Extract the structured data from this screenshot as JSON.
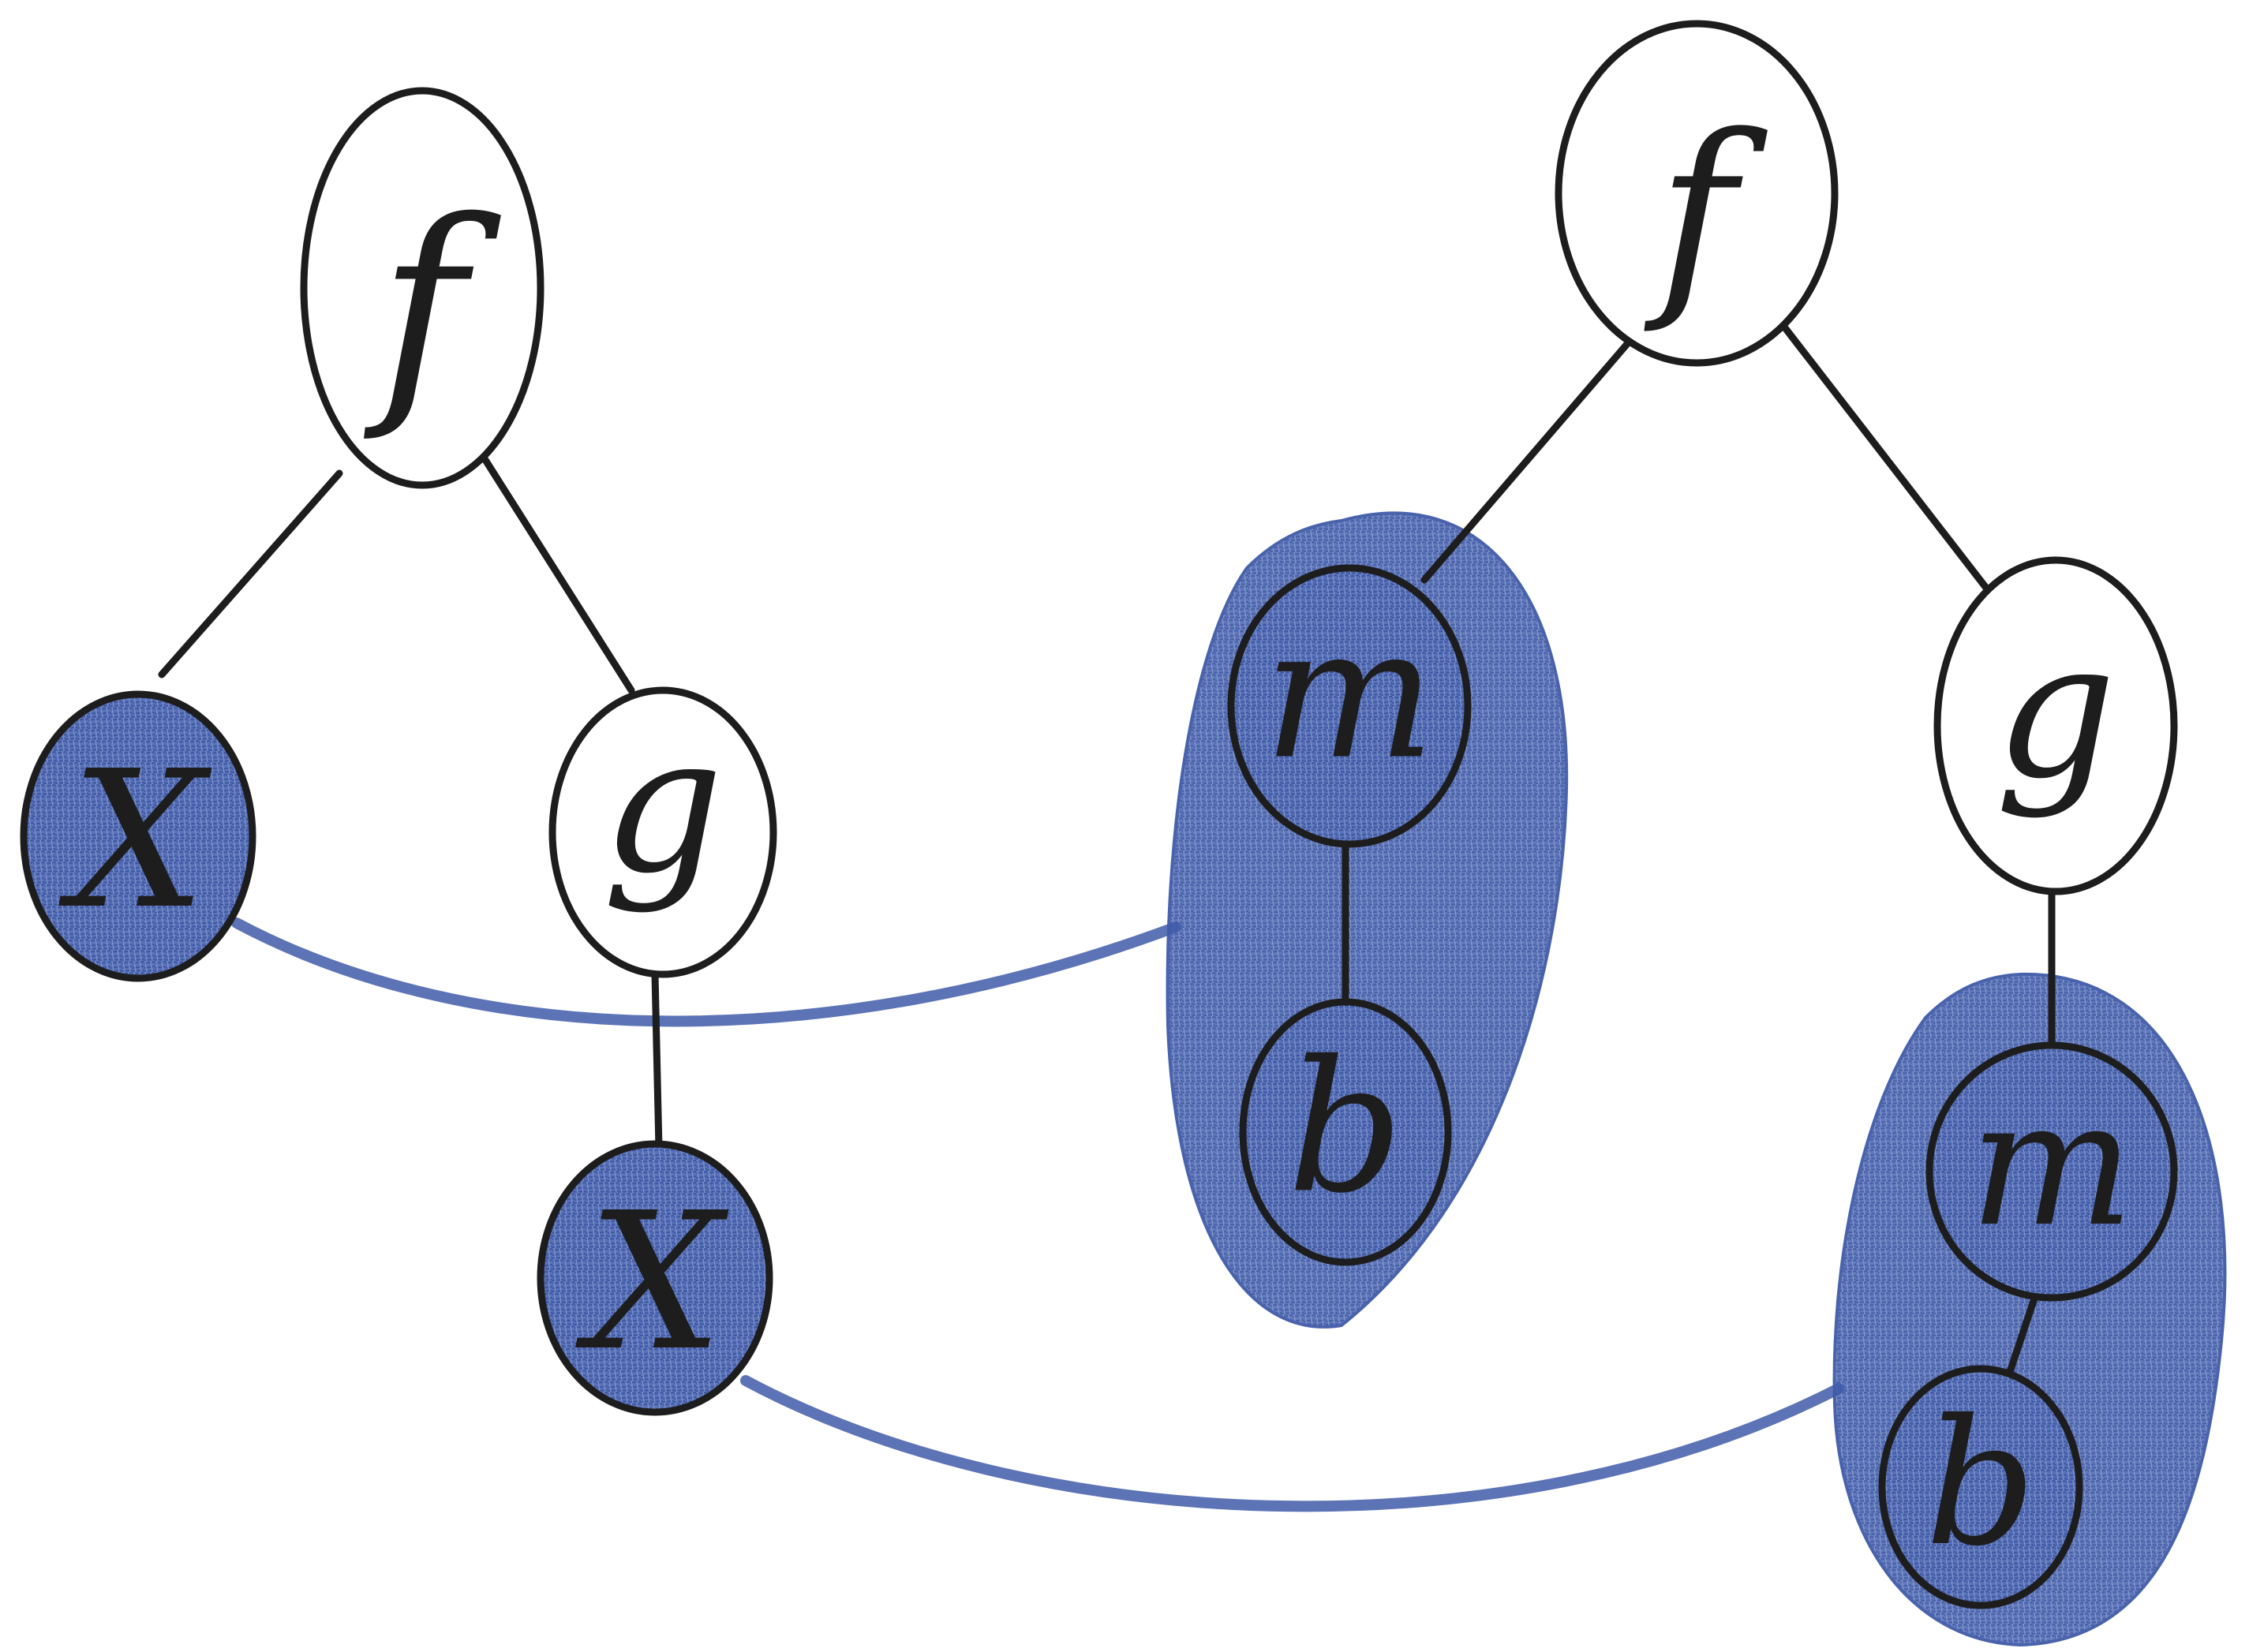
{
  "diagram": {
    "shade_color": "#3f5aa8",
    "ink_color": "#1d1d1d",
    "left_tree": {
      "root": "f",
      "left_leaf": "X",
      "g_node": "g",
      "g_child": "X"
    },
    "right_tree": {
      "root": "f",
      "m_upper": "m",
      "b_upper": "b",
      "g_node": "g",
      "m_lower": "m",
      "b_lower": "b"
    }
  }
}
